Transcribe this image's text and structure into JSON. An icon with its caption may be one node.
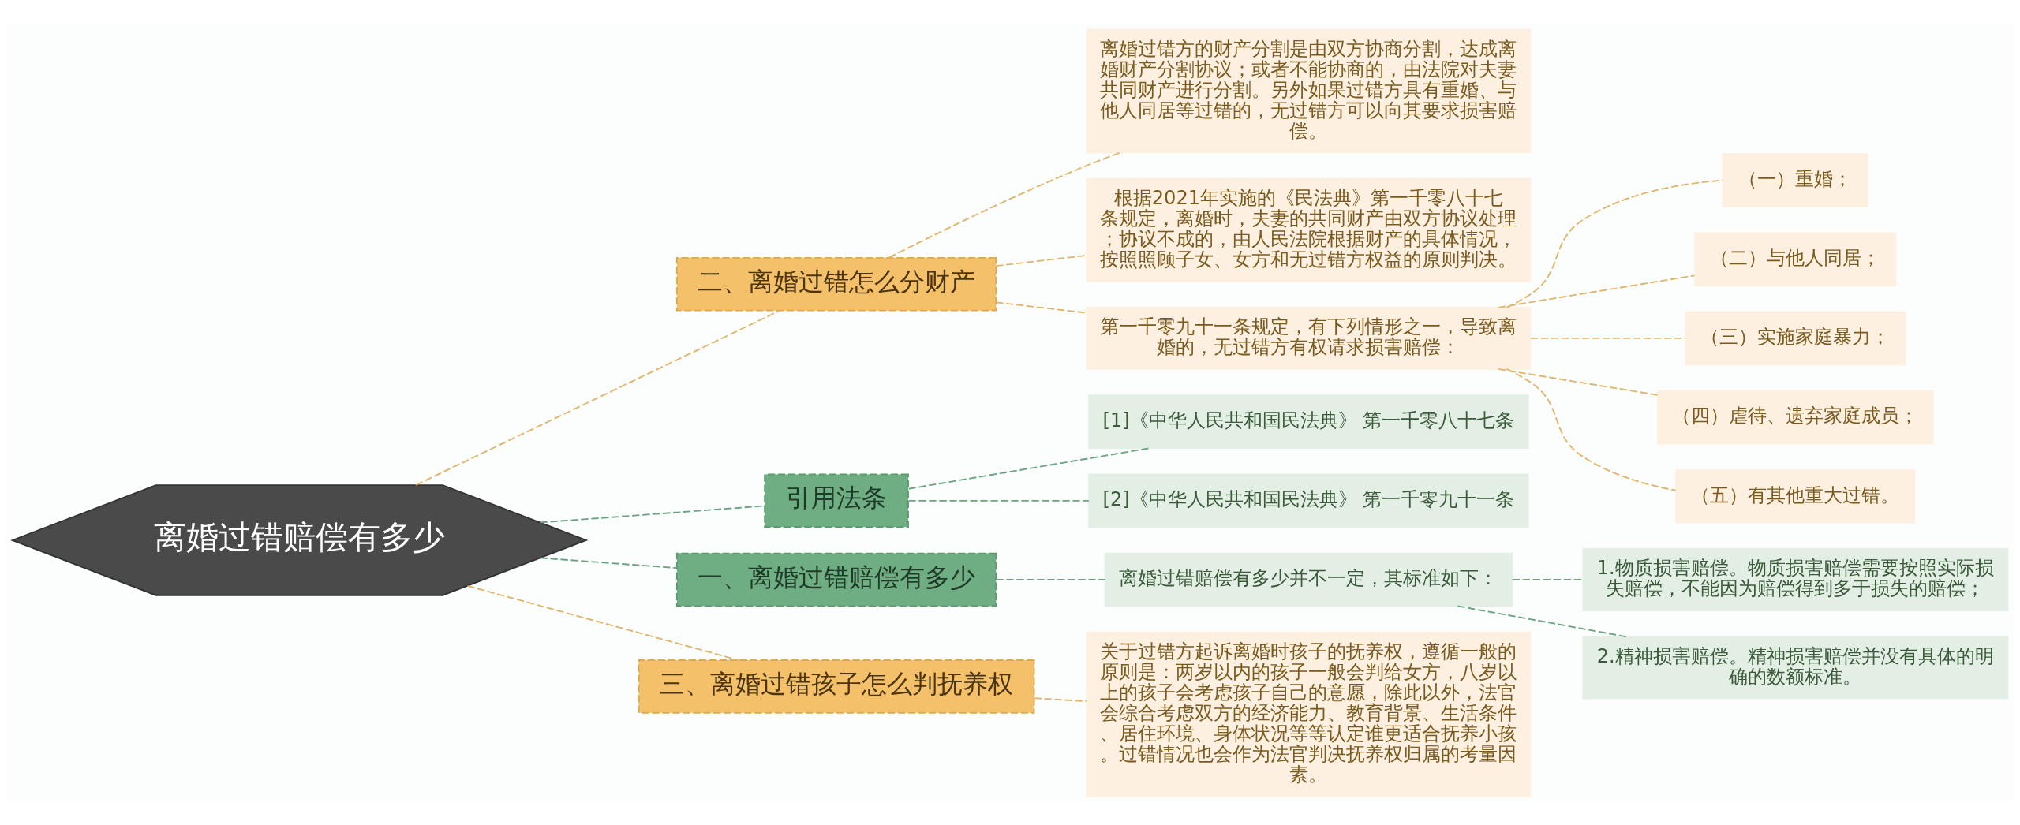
{
  "diagram": {
    "nodes": [
      {
        "text": [
          "离婚过错赔偿有多少"
        ]
      },
      {
        "text": [
          "二、离婚过错怎么分财产"
        ]
      },
      {
        "text": [
          "离婚过错方的财产分割是由双方协商分割，达成离婚财产分割协议；或者不能协商的，由法院对夫妻共同财产进行分割。另外如果过错方具有重婚、与他人同居等过错的，无过错方可以向其要求损害赔偿。"
        ]
      },
      {
        "text": [
          "根据2021年实施的《民法典》第一千零八十七条规定，离婚时，夫妻的共同财产由双方协议处理；协议不成的，由人民法院根据财产的具体情况，按照照顾子女、女方和无过错方权益的原则判决。"
        ]
      },
      {
        "text": [
          "第一千零九十一条规定，有下列情形之一，导致离婚的，无过错方有权请求损害赔偿："
        ]
      },
      {
        "text": [
          "（一）重婚；"
        ]
      },
      {
        "text": [
          "（二）与他人同居；"
        ]
      },
      {
        "text": [
          "（三）实施家庭暴力；"
        ]
      },
      {
        "text": [
          "（四）虐待、遗弃家庭成员；"
        ]
      },
      {
        "text": [
          "（五）有其他重大过错。"
        ]
      },
      {
        "text": [
          "引用法条"
        ]
      },
      {
        "text": [
          "[1]《中华人民共和国民法典》 第一千零八十七条"
        ]
      },
      {
        "text": [
          "[2]《中华人民共和国民法典》 第一千零九十一条"
        ]
      },
      {
        "text": [
          "一、离婚过错赔偿有多少"
        ]
      },
      {
        "text": [
          "离婚过错赔偿有多少并不一定，其标准如下："
        ]
      },
      {
        "text": [
          "1.物质损害赔偿。物质损害赔偿需要按照实际损失赔偿，不能因为赔偿得到多于损失的赔偿；"
        ]
      },
      {
        "text": [
          "2.精神损害赔偿。精神损害赔偿并没有具体的明确的数额标准。"
        ]
      },
      {
        "text": [
          "三、离婚过错孩子怎么判抚养权"
        ]
      },
      {
        "text": [
          "关于过错方起诉离婚时孩子的抚养权，遵循一般的原则是：两岁以内的孩子一般会判给女方，八岁以上的孩子会考虑孩子自己的意愿，除此以外，法官会综合考虑双方的经济能力、教育背景、生活条件、居住环境、身体状况等等认定谁更适合抚养小孩。过错情况也会作为法官判决抚养权归属的考量因素。"
        ]
      }
    ],
    "edges": [
      {
        "from": 0,
        "to": 1,
        "arrow": "none",
        "style": "dashed"
      },
      {
        "from": 1,
        "to": 2,
        "arrow": "none",
        "style": "dashed"
      },
      {
        "from": 1,
        "to": 3,
        "arrow": "none",
        "style": "dashed"
      },
      {
        "from": 1,
        "to": 4,
        "arrow": "none",
        "style": "dashed"
      },
      {
        "from": 4,
        "to": 5,
        "arrow": "none",
        "style": "dashed"
      },
      {
        "from": 4,
        "to": 6,
        "arrow": "none",
        "style": "dashed"
      },
      {
        "from": 4,
        "to": 7,
        "arrow": "none",
        "style": "dashed"
      },
      {
        "from": 4,
        "to": 8,
        "arrow": "none",
        "style": "dashed"
      },
      {
        "from": 4,
        "to": 9,
        "arrow": "none",
        "style": "dashed"
      },
      {
        "from": 0,
        "to": 10,
        "arrow": "none",
        "style": "dashed",
        "color": "#6aa37f"
      },
      {
        "from": 10,
        "to": 11,
        "arrow": "none",
        "style": "dashed",
        "color": "#6aa37f"
      },
      {
        "from": 10,
        "to": 12,
        "arrow": "none",
        "style": "dashed",
        "color": "#6aa37f"
      },
      {
        "from": 0,
        "to": 13,
        "arrow": "none",
        "style": "dashed",
        "color": "#6aa37f"
      },
      {
        "from": 13,
        "to": 14,
        "arrow": "none",
        "style": "dashed",
        "color": "#6aa37f"
      },
      {
        "from": 14,
        "to": 15,
        "arrow": "none",
        "style": "dashed",
        "color": "#6aa37f"
      },
      {
        "from": 14,
        "to": 16,
        "arrow": "none",
        "style": "dashed",
        "color": "#6aa37f"
      },
      {
        "from": 0,
        "to": 17,
        "arrow": "none",
        "style": "dashed"
      },
      {
        "from": 17,
        "to": 18,
        "arrow": "none",
        "style": "dashed"
      }
    ]
  }
}
